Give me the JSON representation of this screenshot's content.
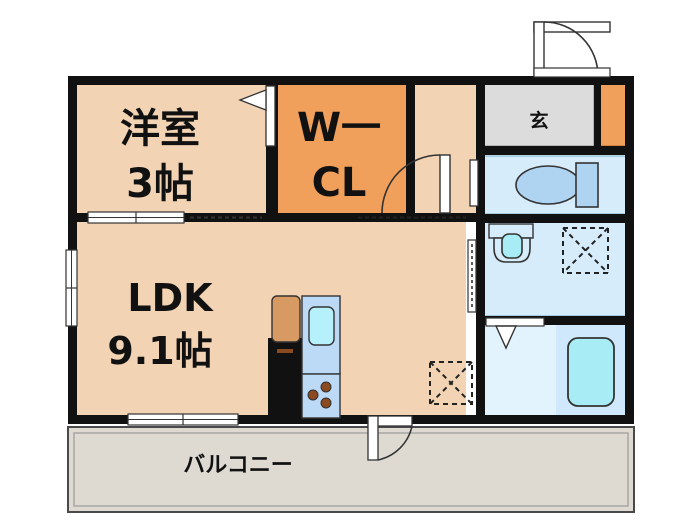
{
  "plan": {
    "title": "apartment-floor-plan",
    "rooms": [
      {
        "key": "western_room",
        "label_line1": "洋室",
        "label_line2": "3帖",
        "size_jo": 3,
        "fill": "#f2d3b3"
      },
      {
        "key": "walk_in_closet",
        "label_line1": "W一",
        "label_line2": "CL",
        "fill": "#f0a05a"
      },
      {
        "key": "ldk",
        "label_line1": "LDK",
        "label_line2": "9.1帖",
        "size_jo": 9.1,
        "fill": "#f2d3b3"
      },
      {
        "key": "entrance",
        "label_line1": "玄",
        "fill": "#dcdcdc"
      },
      {
        "key": "hallway",
        "label_line1": "",
        "fill": "#f2d3b3"
      },
      {
        "key": "toilet",
        "label_line1": "",
        "fill": "#d6ecfa"
      },
      {
        "key": "washroom",
        "label_line1": "",
        "fill": "#d6ecfa"
      },
      {
        "key": "bathroom",
        "label_line1": "",
        "fill": "#cfe8fb"
      },
      {
        "key": "shoe_closet",
        "label_line1": "",
        "fill": "#f0a05a"
      },
      {
        "key": "balcony",
        "label_line1": "バルコニー",
        "fill": "#dedad2"
      }
    ],
    "labels": {
      "western_room_name": "洋室",
      "western_room_size": "3帖",
      "walk_in_closet_line1": "W一",
      "walk_in_closet_line2": "CL",
      "ldk_name": "LDK",
      "ldk_size": "9.1帖",
      "entrance": "玄",
      "balcony": "バルコニー"
    },
    "fixtures": [
      {
        "name": "kitchen-sink",
        "type": "sink"
      },
      {
        "name": "kitchen-stove",
        "type": "stove",
        "burners": 3
      },
      {
        "name": "refrigerator-space",
        "type": "appliance"
      },
      {
        "name": "toilet-bowl",
        "type": "toilet"
      },
      {
        "name": "toilet-tank",
        "type": "tank"
      },
      {
        "name": "vanity-sink",
        "type": "vanity"
      },
      {
        "name": "washing-machine-space",
        "type": "washer-space"
      },
      {
        "name": "bathtub",
        "type": "bathtub"
      },
      {
        "name": "storage-space",
        "type": "storage"
      }
    ],
    "openings": [
      {
        "name": "entrance-door",
        "type": "swing-door"
      },
      {
        "name": "hallway-door",
        "type": "swing-door"
      },
      {
        "name": "toilet-door",
        "type": "swing-door"
      },
      {
        "name": "balcony-door",
        "type": "swing-door"
      },
      {
        "name": "wcl-folding-door",
        "type": "folding-door"
      },
      {
        "name": "washroom-sliding-door",
        "type": "sliding-door"
      },
      {
        "name": "bathroom-door",
        "type": "folding-door"
      },
      {
        "name": "ldk-west-window",
        "type": "window"
      },
      {
        "name": "ldk-south-window",
        "type": "window"
      },
      {
        "name": "western-room-south-opening",
        "type": "opening"
      },
      {
        "name": "hallway-south-opening",
        "type": "opening"
      }
    ],
    "colors": {
      "wall": "#111111",
      "floor_warm": "#f2d3b3",
      "floor_orange": "#f0a05a",
      "floor_water": "#d6ecfa",
      "floor_bath": "#cfe8fb",
      "floor_entrance": "#dcdcdc",
      "balcony": "#dedad2",
      "fixture_blue": "#aed4f2",
      "fixture_cyan": "#a8ecf5",
      "burner_brown": "#8a4b20",
      "line": "#333333"
    }
  }
}
